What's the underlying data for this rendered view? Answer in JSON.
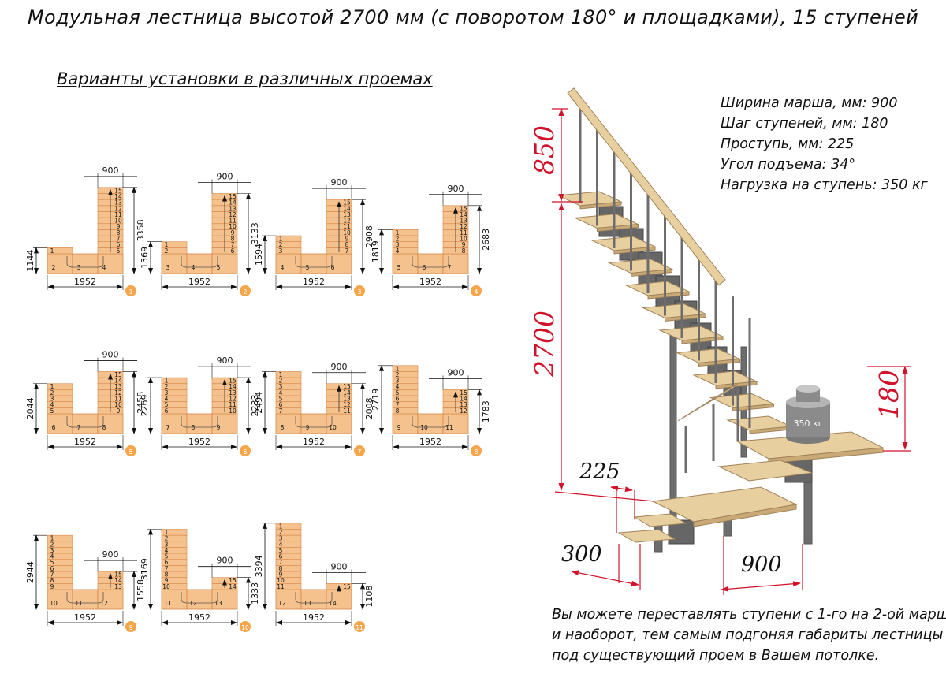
{
  "title": "Модульная лестница высотой 2700 мм (с поворотом 180° и площадками), 15 ступеней",
  "section_title": "Варианты установки в различных проемах",
  "specs": [
    "Ширина марша, мм: 900",
    "Шаг ступеней, мм: 180",
    "Проступь, мм: 225",
    "Угол подъема: 34°",
    "Нагрузка на ступень: 350 кг"
  ],
  "note_lines": [
    "Вы можете переставлять ступени с 1-го на 2-ой марш",
    "и наоборот, тем самым подгоняя габариты лестницы",
    "под существующий проем в Вашем потолке."
  ],
  "variants": [
    {
      "number": "1",
      "left_steps": 1,
      "platform_steps": [
        "2",
        "3",
        "4"
      ],
      "right_steps": 11,
      "left_height": "1144",
      "right_height": "3358",
      "width": "1952",
      "top_width": "900"
    },
    {
      "number": "2",
      "left_steps": 2,
      "platform_steps": [
        "3",
        "4",
        "5"
      ],
      "right_steps": 10,
      "left_height": "1369",
      "right_height": "3133",
      "width": "1952",
      "top_width": "900"
    },
    {
      "number": "3",
      "left_steps": 3,
      "platform_steps": [
        "4",
        "5",
        "6"
      ],
      "right_steps": 9,
      "left_height": "1594",
      "right_height": "2908",
      "width": "1952",
      "top_width": "900"
    },
    {
      "number": "4",
      "left_steps": 4,
      "platform_steps": [
        "5",
        "6",
        "7"
      ],
      "right_steps": 8,
      "left_height": "1819",
      "right_height": "2683",
      "width": "1952",
      "top_width": "900"
    },
    {
      "number": "5",
      "left_steps": 5,
      "platform_steps": [
        "6",
        "7",
        "8"
      ],
      "right_steps": 7,
      "left_height": "2044",
      "right_height": "2458",
      "width": "1952",
      "top_width": "900"
    },
    {
      "number": "6",
      "left_steps": 6,
      "platform_steps": [
        "7",
        "8",
        "9"
      ],
      "right_steps": 6,
      "left_height": "2269",
      "right_height": "2233",
      "width": "1952",
      "top_width": "900"
    },
    {
      "number": "7",
      "left_steps": 7,
      "platform_steps": [
        "8",
        "9",
        "10"
      ],
      "right_steps": 5,
      "left_height": "2494",
      "right_height": "2008",
      "width": "1952",
      "top_width": "900"
    },
    {
      "number": "8",
      "left_steps": 8,
      "platform_steps": [
        "9",
        "10",
        "11"
      ],
      "right_steps": 4,
      "left_height": "2719",
      "right_height": "1783",
      "width": "1952",
      "top_width": "900"
    },
    {
      "number": "9",
      "left_steps": 9,
      "platform_steps": [
        "10",
        "11",
        "12"
      ],
      "right_steps": 3,
      "left_height": "2944",
      "right_height": "1558",
      "width": "1952",
      "top_width": "900"
    },
    {
      "number": "10",
      "left_steps": 10,
      "platform_steps": [
        "11",
        "12",
        "13"
      ],
      "right_steps": 2,
      "left_height": "3169",
      "right_height": "1333",
      "width": "1952",
      "top_width": "900"
    },
    {
      "number": "11",
      "left_steps": 11,
      "platform_steps": [
        "12",
        "13",
        "14"
      ],
      "right_steps": 1,
      "left_height": "3394",
      "right_height": "1108",
      "width": "1952",
      "top_width": "900"
    }
  ],
  "stair_dims": {
    "rail_height": "850",
    "total_height": "2700",
    "step_pitch": "180",
    "tread": "225",
    "first_step": "300",
    "width": "900",
    "weight_label": "350 кг"
  },
  "colors": {
    "step_fill": "#f5c28d",
    "step_stroke": "#d4874a",
    "badge": "#f5a64a",
    "dim_red": "#d0122a",
    "wood": "#e8cfa0",
    "metal": "#6d6d6d"
  }
}
